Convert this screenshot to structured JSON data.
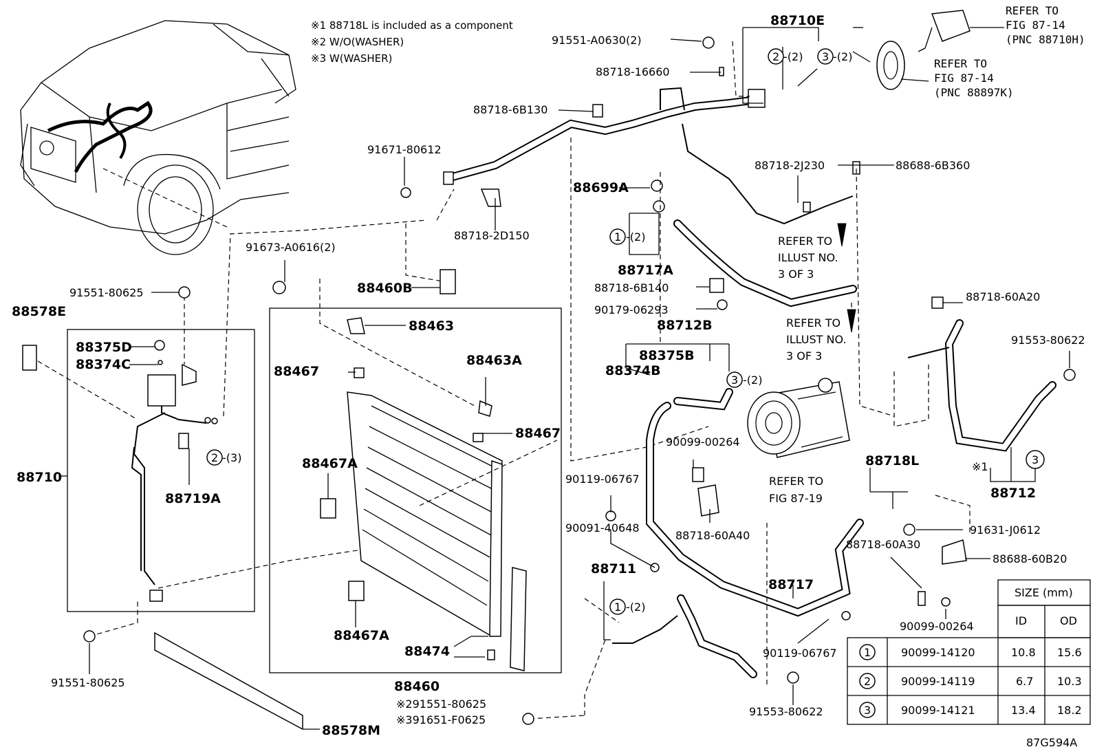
{
  "notes": [
    "※1 88718L is included as a component",
    "※2 W/O(WASHER)",
    "※3 W(WASHER)"
  ],
  "figure_code": "87G594A",
  "part_labels": {
    "p88710E": "88710E",
    "p91551_A0630": "91551-A0630(2)",
    "p88718_16660": "88718-16660",
    "p88718_6B130": "88718-6B130",
    "p91671_80612": "91671-80612",
    "p88718_2D150": "88718-2D150",
    "p88460B": "88460B",
    "p91673_A0616": "91673-A0616(2)",
    "p91551_80625_top": "91551-80625",
    "p88578E": "88578E",
    "p88375D": "88375D",
    "p88374C": "88374C",
    "p88710": "88710",
    "p88719A": "88719A",
    "p91551_80625_bot": "91551-80625",
    "p88463": "88463",
    "p88467_a": "88467",
    "p88463A": "88463A",
    "p88467_b": "88467",
    "p88467A_a": "88467A",
    "p88467A_b": "88467A",
    "p88474": "88474",
    "p88460": "88460",
    "p91551_80625_n2": "※291551-80625",
    "p91651_F0625_n3": "※391651-F0625",
    "p88578M": "88578M",
    "p88699A": "88699A",
    "p88717A": "88717A",
    "p88718_6B140": "88718-6B140",
    "p90179_06293": "90179-06293",
    "p88712B": "88712B",
    "p88375B": "88375B",
    "p88374B": "88374B",
    "p90099_00264_a": "90099-00264",
    "p88718_60A40": "88718-60A40",
    "p90119_06767_a": "90119-06767",
    "p90091_40648": "90091-40648",
    "p88711": "88711",
    "p88717": "88717",
    "p90119_06767_b": "90119-06767",
    "p91553_80622_bot": "91553-80622",
    "p88718_2J230": "88718-2J230",
    "p88688_6B360": "88688-6B360",
    "p88718_60A20": "88718-60A20",
    "p91553_80622_r": "91553-80622",
    "p88712": "88712",
    "p88718L": "88718L",
    "p91631_J0612": "91631-J0612",
    "p88718_60A30": "88718-60A30",
    "p88688_60B20": "88688-60B20",
    "p90099_00264_b": "90099-00264"
  },
  "qty": {
    "q2_2": "-(2)",
    "q3_2": "-(2)",
    "q1_2_a": "-(2)",
    "q2_3": "-(3)",
    "q3_2_b": "-(2)",
    "q1_2_b": "-(2)"
  },
  "circles": {
    "c1": "1",
    "c2": "2",
    "c3": "3"
  },
  "refs": {
    "r1_a": "REFER TO",
    "r1_b": "FIG 87-14",
    "r1_c": "(PNC 88710H)",
    "r2_a": "REFER TO",
    "r2_b": "FIG 87-14",
    "r2_c": "(PNC 88897K)",
    "r3_a": "REFER TO",
    "r3_b": "ILLUST NO.",
    "r3_c": "3 OF 3",
    "r4_a": "REFER TO",
    "r4_b": "ILLUST NO.",
    "r4_c": "3 OF 3",
    "r5_a": "REFER TO",
    "r5_b": "FIG 87-19"
  },
  "size_table": {
    "header": "SIZE (mm)",
    "col_id": "ID",
    "col_od": "OD",
    "rows": [
      {
        "mark": "1",
        "part": "90099-14120",
        "id": "10.8",
        "od": "15.6"
      },
      {
        "mark": "2",
        "part": "90099-14119",
        "id": "6.7",
        "od": "10.3"
      },
      {
        "mark": "3",
        "part": "90099-14121",
        "id": "13.4",
        "od": "18.2"
      }
    ]
  },
  "asterisk_label": "※1"
}
